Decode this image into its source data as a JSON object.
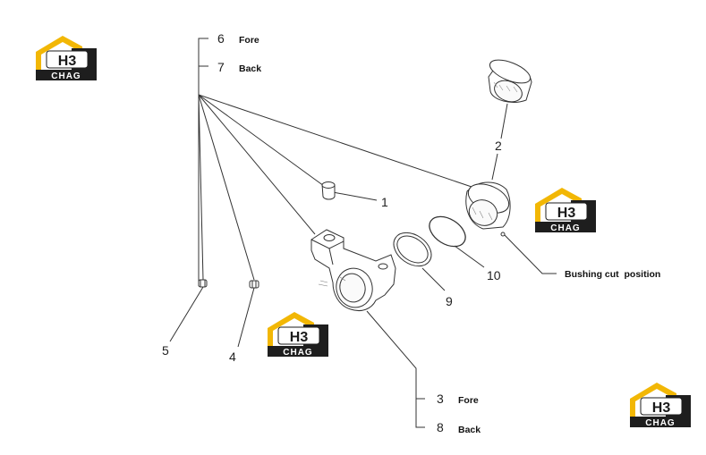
{
  "colors": {
    "logo_gold": "#f2b705",
    "logo_dark": "#1e1e1e",
    "line": "#333333"
  },
  "logo": {
    "mark": "H3",
    "brand": "CHAG"
  },
  "callouts": {
    "c6": {
      "num": "6",
      "label": "Fore"
    },
    "c7": {
      "num": "7",
      "label": "Back"
    },
    "c1": {
      "num": "1"
    },
    "c2": {
      "num": "2"
    },
    "c9": {
      "num": "9"
    },
    "c10": {
      "num": "10"
    },
    "c5": {
      "num": "5"
    },
    "c4": {
      "num": "4"
    },
    "c3": {
      "num": "3",
      "label": "Fore"
    },
    "c8": {
      "num": "8",
      "label": "Back"
    },
    "bushing": {
      "label": "Bushing cut  position"
    }
  }
}
